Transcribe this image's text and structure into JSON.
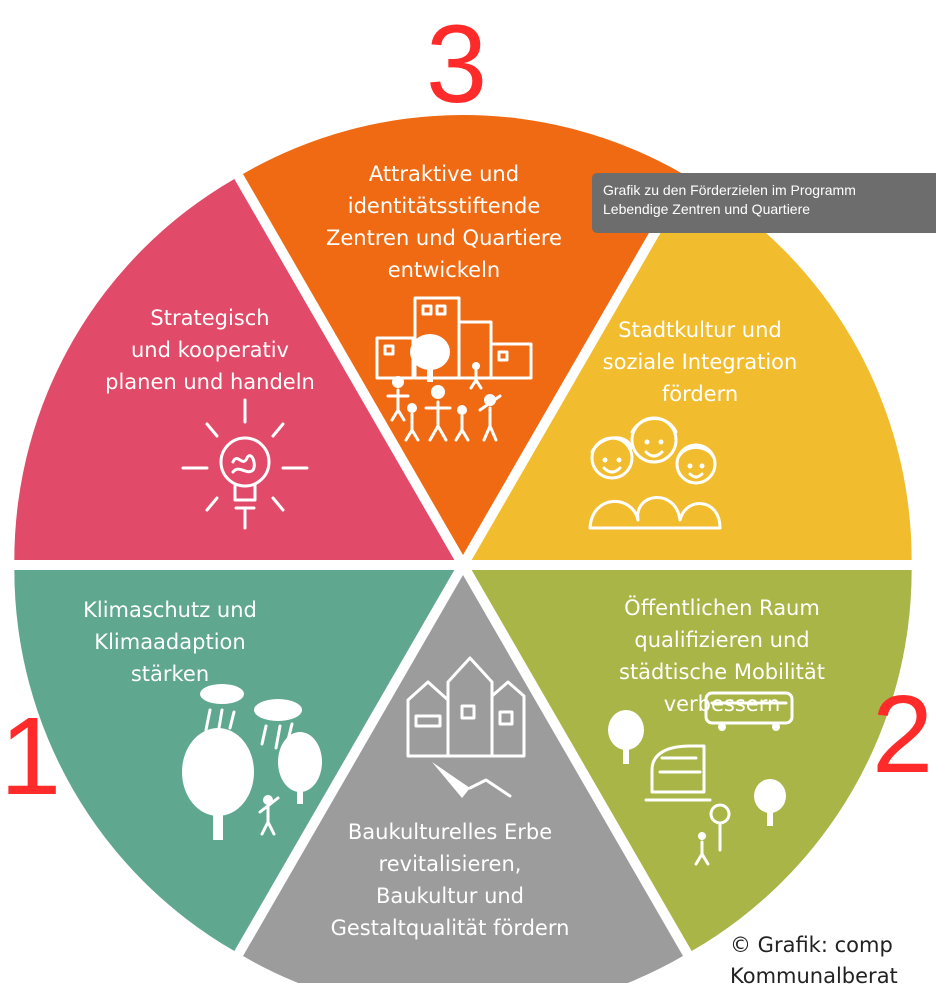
{
  "diagram": {
    "numbers": [
      "1",
      "2",
      "3"
    ],
    "segments": [
      {
        "id": "strategisch",
        "color": "#e14a68",
        "lines": [
          "Strategisch",
          "und kooperativ",
          "planen und handeln"
        ],
        "icon": "lightbulb-icon"
      },
      {
        "id": "attraktiv",
        "color": "#ef6a12",
        "lines": [
          "Attraktive und",
          "identitätsstiftende",
          "Zentren und Quartiere",
          "entwickeln"
        ],
        "icon": "buildings-family-icon"
      },
      {
        "id": "stadtkultur",
        "color": "#f1bd2e",
        "lines": [
          "Stadtkultur und",
          "soziale Integration",
          "fördern"
        ],
        "icon": "faces-icon"
      },
      {
        "id": "oeffentlich",
        "color": "#a9b547",
        "lines": [
          "Öffentlichen Raum",
          "qualifizieren und",
          "städtische Mobilität",
          "verbessern"
        ],
        "icon": "transport-icon"
      },
      {
        "id": "baukultur",
        "color": "#9c9c9c",
        "lines": [
          "Baukulturelles Erbe",
          "revitalisieren,",
          "Baukultur und",
          "Gestaltqualität fördern"
        ],
        "icon": "houses-trowel-icon"
      },
      {
        "id": "klima",
        "color": "#5fa88f",
        "lines": [
          "Klimaschutz und",
          "Klimaadaption",
          "stärken"
        ],
        "icon": "trees-rain-icon"
      }
    ]
  },
  "tooltip": {
    "lines": [
      "Grafik zu den Förderzielen im Programm",
      "Lebendige Zentren und Quartiere"
    ]
  },
  "credit": {
    "lines": [
      "© Grafik: comp",
      "Kommunalberat"
    ]
  }
}
